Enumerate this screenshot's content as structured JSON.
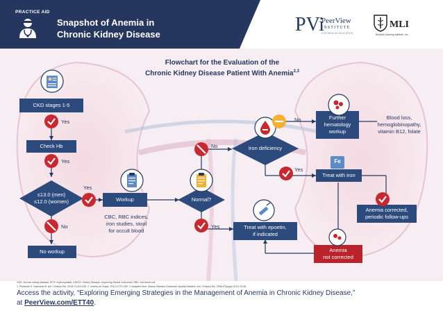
{
  "header": {
    "practice_aid": "PRACTICE AID",
    "title_line1": "Snapshot of Anemia in",
    "title_line2": "Chronic Kidney Disease",
    "peerview": {
      "mark": "PVi",
      "name": "PeerView",
      "institute": "INSTITUTE",
      "tagline": "FOR MEDICAL EDUCATION"
    },
    "mli": {
      "name": "MLI",
      "tagline": "Medical Learning Institute, Inc."
    }
  },
  "flowchart": {
    "title_line1": "Flowchart for the Evaluation of the",
    "title_line2": "Chronic Kidney Disease Patient With Anemia",
    "title_refs": "2,3",
    "nodes": {
      "ckd": "CKD stages 1-5",
      "check_hb": "Check Hb",
      "threshold_line1": "≤13.0 (men)",
      "threshold_line2": "≤12.0 (women)",
      "no_workup": "No workup",
      "workup": "Workup",
      "normal": "Normal?",
      "iron_deficiency": "Iron deficiency",
      "further_line1": "Further",
      "further_line2": "hematology",
      "further_line3": "workup",
      "treat_iron": "Treat with iron",
      "epoetin_line1": "Treat with epoetin,",
      "epoetin_line2": "if indicated",
      "corrected_line1": "Anemia corrected,",
      "corrected_line2": "periodic follow-ups",
      "not_corrected_line1": "Anemia",
      "not_corrected_line2": "not corrected",
      "fe": "Fe"
    },
    "labels": {
      "yes": "Yes",
      "no": "No"
    },
    "notes": {
      "workup_line1": "CBC, RBC indices,",
      "workup_line2": "iron studies, stool",
      "workup_line3": "for occult blood",
      "further_line1": "Blood loss,",
      "further_line2": "hemoglobinopathy,",
      "further_line3": "vitamin B12, folate"
    }
  },
  "footnotes": {
    "line1": "CKD: chronic kidney disease; EPO: erythropoietin; KDIGO: Kidney Disease: Improving Global Outcomes; RBC: red blood cell.",
    "line2": "1. Fishbane S, Spinowitz B. Am J Kidney Dis. 2018;71:423-435. 2. Kidney Int Suppl. 2012;2:279-335. 3. Adapted from: Kidney Disease Outcomes Quality Initiative. Am J Kidney Dis. 2006;47(suppl 3):S1-S145."
  },
  "cta": {
    "text": "Access the activity, “Exploring Emerging Strategies in the Management of Anemia in Chronic Kidney Disease,”",
    "prefix": "at ",
    "link": "PeerView.com/ETT40",
    "suffix": "."
  },
  "colors": {
    "navy": "#26375f",
    "box_blue": "#2c4a7c",
    "red": "#b8232c",
    "check_red": "#c8282f"
  }
}
